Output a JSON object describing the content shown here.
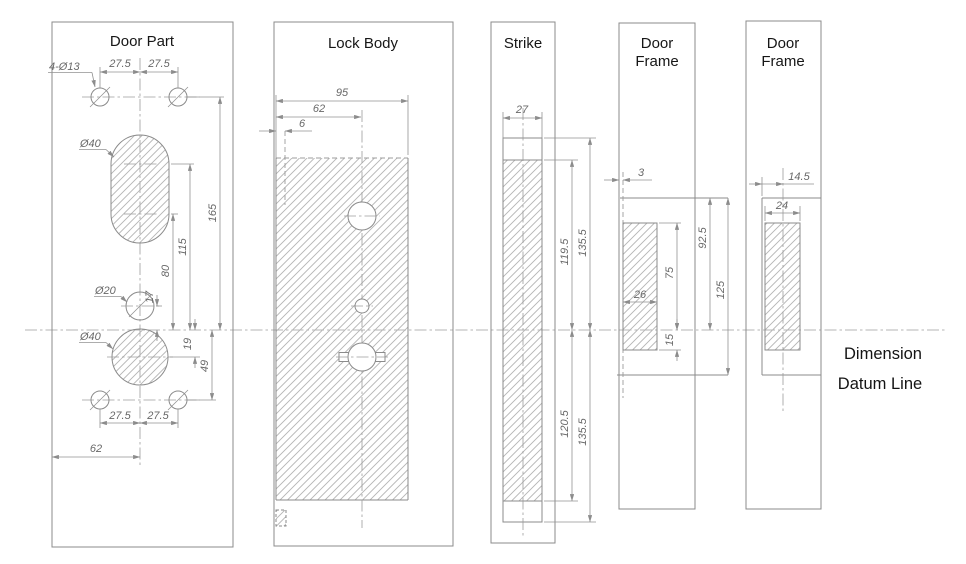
{
  "datum_label": {
    "line1": "Dimension",
    "line2": "Datum Line"
  },
  "door_part": {
    "title": "Door Part",
    "callout_corner_holes": "4-Ø13",
    "callout_slot": "Ø40",
    "callout_spindle": "Ø20",
    "callout_cylinder": "Ø40",
    "dim_top_left": "27.5",
    "dim_top_right": "27.5",
    "dim_bottom_left": "27.5",
    "dim_bottom_right": "27.5",
    "dim_center_offset": "62",
    "dim_top_to_datum": "165",
    "dim_slot_top_to_datum": "115",
    "dim_slot_bottom_to_datum": "80",
    "dim_spindle_to_datum": "17",
    "dim_cylinder_to_datum": "19",
    "dim_datum_to_bottom": "49"
  },
  "lock_body": {
    "title": "Lock Body",
    "dim_width": "95",
    "dim_center": "62",
    "dim_face_offset": "6"
  },
  "strike": {
    "title": "Strike",
    "dim_width": "27",
    "dim_upper_inner": "119.5",
    "dim_upper_outer": "135.5",
    "dim_lower_inner": "120.5",
    "dim_lower_outer": "135.5"
  },
  "door_frame_side": {
    "title_line1": "Door",
    "title_line2": "Frame",
    "dim_offset": "3",
    "dim_pocket_width": "26",
    "dim_pocket_above_datum": "75",
    "dim_pocket_below_datum": "15",
    "dim_opening_upper": "92.5",
    "dim_opening_total": "125"
  },
  "door_frame_front": {
    "title_line1": "Door",
    "title_line2": "Frame",
    "dim_center_offset": "14.5",
    "dim_pocket_width": "24"
  }
}
